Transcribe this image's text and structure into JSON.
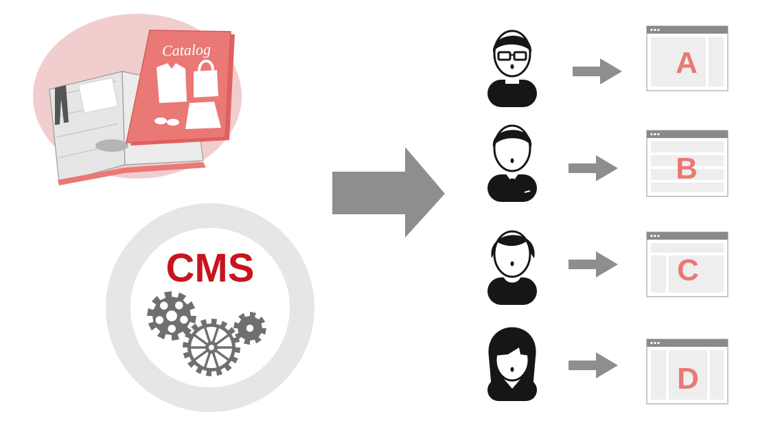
{
  "catalog": {
    "title": "Catalog"
  },
  "cms": {
    "label": "CMS"
  },
  "colors": {
    "accent_red": "#c8141c",
    "catalog_pink": "#ea7874",
    "blob_pink": "#f1cdcd",
    "arrow_gray": "#8e8e8e",
    "ring_gray": "#e6e6e6",
    "gear_gray": "#6f6f6f",
    "person_black": "#161616"
  },
  "users": [
    {
      "avatar": "glasses-user-icon",
      "page": {
        "letter": "A",
        "layout": "two-column"
      }
    },
    {
      "avatar": "suit-user-icon",
      "page": {
        "letter": "B",
        "layout": "rows"
      }
    },
    {
      "avatar": "casual-user-icon",
      "page": {
        "letter": "C",
        "layout": "sidebar"
      }
    },
    {
      "avatar": "woman-user-icon",
      "page": {
        "letter": "D",
        "layout": "center-column"
      }
    }
  ]
}
